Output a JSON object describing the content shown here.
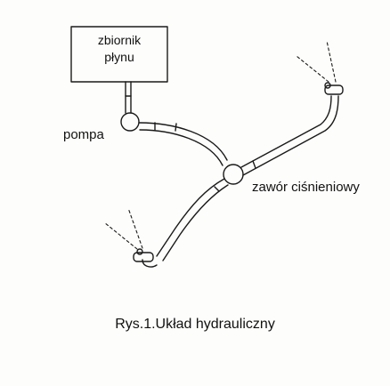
{
  "diagram": {
    "tank": {
      "line1": "zbiornik",
      "line2": "płynu"
    },
    "pump_label": "pompa",
    "valve_label": "zawór ciśnieniowy",
    "caption": "Rys.1.Układ hydrauliczny"
  },
  "colors": {
    "line": "#1a1a1a",
    "background": "#fdfdfb"
  }
}
